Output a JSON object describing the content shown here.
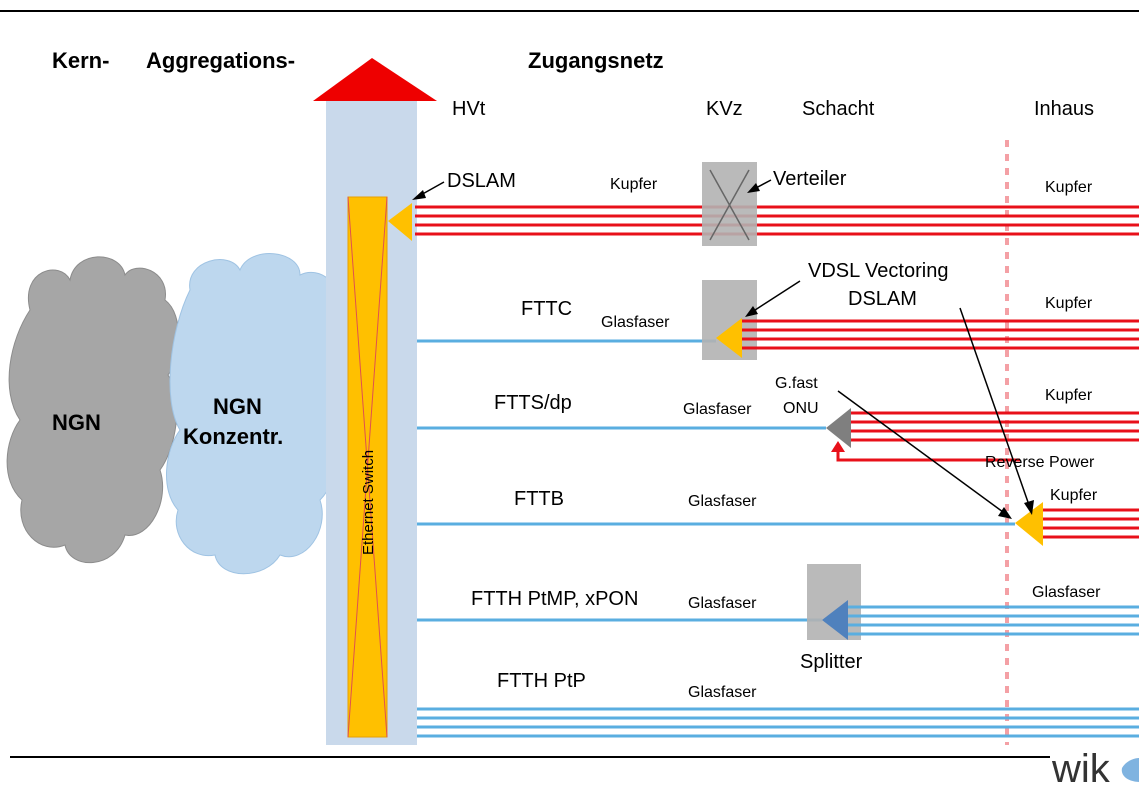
{
  "headers": {
    "kern": "Kern-",
    "aggregation": "Aggregations-",
    "zugang": "Zugangsnetz",
    "hvt": "HVt",
    "kvz": "KVz",
    "schacht": "Schacht",
    "inhaus": "Inhaus"
  },
  "clouds": {
    "ngn": "NGN",
    "ngn_konz_line1": "NGN",
    "ngn_konz_line2": "Konzentr."
  },
  "switch_label": "Ethernet Switch",
  "rows": {
    "dslam": {
      "title": "DSLAM",
      "medium": "Kupfer",
      "device": "Verteiler",
      "inhaus": "Kupfer"
    },
    "fttc": {
      "title": "FTTC",
      "medium": "Glasfaser",
      "device_line1": "VDSL Vectoring",
      "device_line2": "DSLAM",
      "inhaus": "Kupfer"
    },
    "ftts": {
      "title": "FTTS/dp",
      "medium": "Glasfaser",
      "device_line1": "G.fast",
      "device_line2": "ONU",
      "inhaus": "Kupfer",
      "extra": "Reverse Power"
    },
    "fttb": {
      "title": "FTTB",
      "medium": "Glasfaser",
      "inhaus": "Kupfer"
    },
    "ftth_pon": {
      "title": "FTTH PtMP, xPON",
      "medium": "Glasfaser",
      "device": "Splitter",
      "inhaus": "Glasfaser"
    },
    "ftth_ptp": {
      "title": "FTTH PtP",
      "medium": "Glasfaser"
    }
  },
  "logo": "wik",
  "colors": {
    "copper": "#e8101a",
    "fiber": "#5aaee0",
    "switch": "#ffc000",
    "column": "#c9d9eb",
    "arrow_up": "#ee0000",
    "box": "#b3b3b3",
    "cloud_grey": "#a6a6a6",
    "cloud_blue": "#bdd7ee",
    "splitter": "#4f81bd",
    "onu": "#7f7f7f",
    "boundary": "#f4a0a5"
  }
}
